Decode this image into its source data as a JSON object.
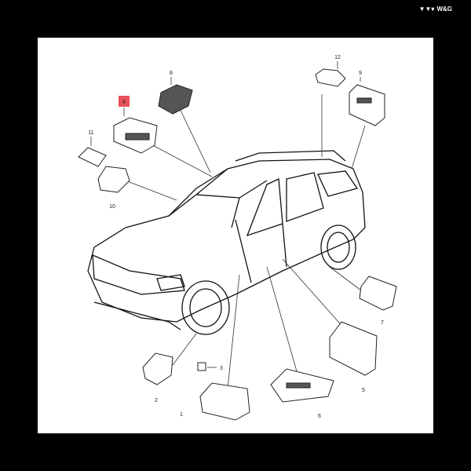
{
  "brand": {
    "logo_text": "W&G"
  },
  "diagram": {
    "title": "Vehicle module locations",
    "highlight_color": "#e8505b",
    "callouts": {
      "c1": "1",
      "c2": "2",
      "c3": "3",
      "c4": "4",
      "c5": "5",
      "c6": "6",
      "c7": "7",
      "c8": "8",
      "c9": "9",
      "c10": "10",
      "c11": "11",
      "c12": "12"
    }
  }
}
